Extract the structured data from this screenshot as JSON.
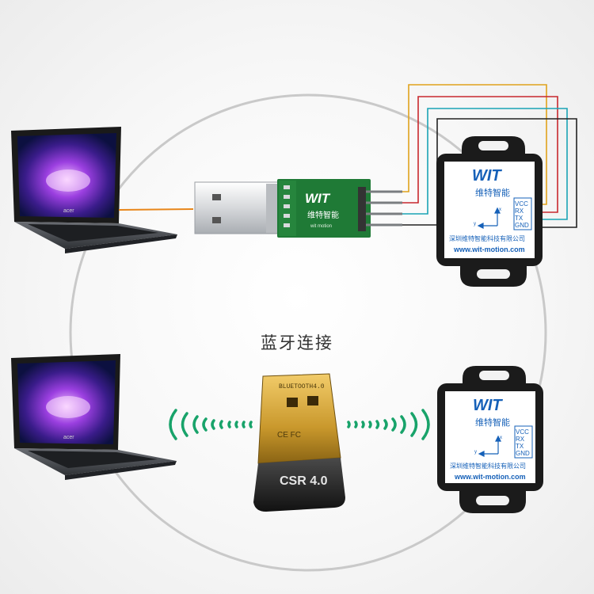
{
  "caption": "蓝牙连接",
  "brand": {
    "logo": "WIT",
    "name_cn": "维特智能",
    "company_cn": "深圳维特智能科技有限公司",
    "website": "www.wit-motion.com"
  },
  "adapter_brand": {
    "logo": "WIT",
    "name_cn": "维特智能",
    "sub": "wit motion"
  },
  "sensor_pins": [
    "VCC",
    "RX",
    "TX",
    "GND"
  ],
  "axes": {
    "x": "x",
    "y": "y"
  },
  "laptop_brand": "acer",
  "bluetooth_dongle": {
    "model": "CSR 4.0",
    "marking": "BLUETOOTH4.0",
    "certs": "CE FC"
  },
  "colors": {
    "wire_yellow": "#e0a21c",
    "wire_red": "#c8282e",
    "wire_cyan": "#1aa3b5",
    "wire_black": "#222222",
    "signal_green": "#18a36a",
    "pcb_green": "#1f7a36",
    "sensor_blue": "#1560b8",
    "usb_cable": "#e8861a"
  }
}
